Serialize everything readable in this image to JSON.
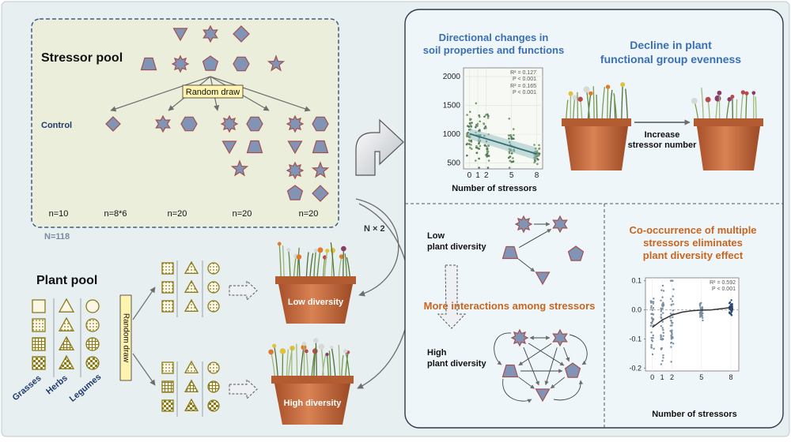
{
  "colors": {
    "background": "#e7eff1",
    "stressor_fill": "#8294b6",
    "stressor_stroke": "#a0504f",
    "pool_box": "#eceedc",
    "title_blue": "#3a6fb4",
    "title_orange": "#c8651f",
    "label_blue": "#1f3a6b",
    "plant_shape": "#8a7a1c",
    "callout": "#fff3b0"
  },
  "stressor_pool": {
    "title": "Stressor pool",
    "random_draw": "Random draw",
    "control": "Control",
    "counts": [
      "n=10",
      "n=8*6",
      "n=20",
      "n=20",
      "n=20"
    ],
    "total": "N=118"
  },
  "plant_pool": {
    "title": "Plant pool",
    "random_draw": "Random draw",
    "groups": [
      "Grasses",
      "Herbs",
      "Legumes"
    ],
    "low": "Low diversity",
    "high": "High diversity",
    "multiplier": "N × 2"
  },
  "soil_panel": {
    "title_line1": "Directional changes in",
    "title_line2": "soil properties and functions",
    "xlabel": "Number of stressors",
    "stat1_r2": "R² = 0.127",
    "stat1_p": "P < 0.001",
    "stat2_r2": "R² = 0.165",
    "stat2_p": "P < 0.001"
  },
  "evenness_panel": {
    "title_line1": "Decline in plant",
    "title_line2": "functional group evenness",
    "arrow_line1": "Increase",
    "arrow_line2": "stressor number"
  },
  "interaction_panel": {
    "low_line1": "Low",
    "low_line2": "plant diversity",
    "title": "More interactions among stressors",
    "high_line1": "High",
    "high_line2": "plant diversity"
  },
  "cooccurrence_panel": {
    "title_line1": "Co-occurrence of multiple",
    "title_line2": "stressors eliminates",
    "title_line3": "plant diversity effect",
    "xlabel": "Number of stressors",
    "stat_r2": "R² = 0.592",
    "stat_p": "P < 0.001"
  },
  "chart_data": [
    {
      "type": "scatter",
      "title": "Directional changes in soil properties and functions",
      "xlabel": "Number of stressors",
      "ylabel": "",
      "x_ticks": [
        "0",
        "1",
        "2",
        "5",
        "8"
      ],
      "y_ticks": [
        "500",
        "1000",
        "1500",
        "2000"
      ],
      "xlim": [
        -0.7,
        8.7
      ],
      "ylim": [
        400,
        2150
      ],
      "groups": [
        {
          "x": 0,
          "mean": 1050,
          "sd": 260
        },
        {
          "x": 1,
          "mean": 980,
          "sd": 300
        },
        {
          "x": 2,
          "mean": 900,
          "sd": 330
        },
        {
          "x": 5,
          "mean": 780,
          "sd": 220
        },
        {
          "x": 8,
          "mean": 640,
          "sd": 110
        }
      ],
      "trend": {
        "x": [
          0,
          8
        ],
        "y": [
          1010,
          660
        ]
      }
    },
    {
      "type": "line",
      "title": "Co-occurrence of multiple stressors eliminates plant diversity effect",
      "xlabel": "Number of stressors",
      "ylabel": "",
      "x_ticks": [
        "0",
        "1",
        "2",
        "5",
        "8"
      ],
      "y_ticks": [
        "0.1",
        "0.0",
        "-0.1",
        "-0.2"
      ],
      "xlim": [
        -0.7,
        8.8
      ],
      "ylim": [
        -0.21,
        0.11
      ],
      "groups": [
        {
          "x": 0,
          "mean": -0.06,
          "sd": 0.06
        },
        {
          "x": 1,
          "mean": -0.04,
          "sd": 0.07
        },
        {
          "x": 2,
          "mean": -0.03,
          "sd": 0.08
        },
        {
          "x": 5,
          "mean": -0.005,
          "sd": 0.02
        },
        {
          "x": 8,
          "mean": 0.005,
          "sd": 0.012
        }
      ],
      "curve": {
        "x": [
          0,
          1,
          2,
          3,
          4,
          5,
          6,
          7,
          8
        ],
        "y": [
          -0.06,
          -0.035,
          -0.018,
          -0.008,
          -0.003,
          -0.001,
          0.0,
          0.004,
          0.008
        ]
      }
    }
  ]
}
